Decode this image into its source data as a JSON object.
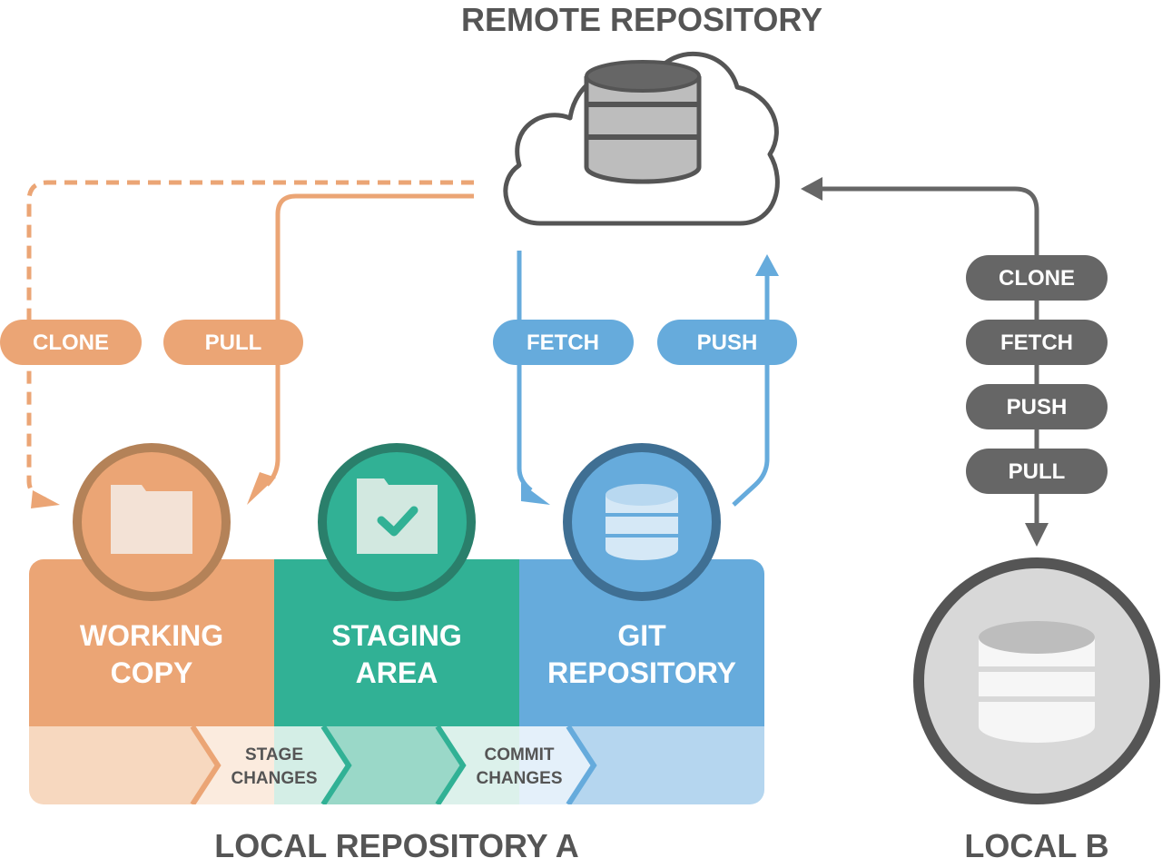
{
  "titles": {
    "remote": "REMOTE REPOSITORY",
    "local_a": "LOCAL REPOSITORY A",
    "local_b": "LOCAL B"
  },
  "left_pills": {
    "clone": "CLONE",
    "pull": "PULL",
    "fetch": "FETCH",
    "push": "PUSH"
  },
  "right_pills": [
    "CLONE",
    "FETCH",
    "PUSH",
    "PULL"
  ],
  "areas": {
    "working": [
      "WORKING",
      "COPY"
    ],
    "staging": [
      "STAGING",
      "AREA"
    ],
    "git": [
      "GIT",
      "REPOSITORY"
    ]
  },
  "steps": {
    "stage": [
      "STAGE",
      "CHANGES"
    ],
    "commit": [
      "COMMIT",
      "CHANGES"
    ]
  },
  "colors": {
    "orange": "#EBA575",
    "orange_light": "#F7D8BF",
    "teal": "#31B195",
    "teal_light": "#9AD8C8",
    "blue": "#66ABDC",
    "blue_light": "#B5D6EF",
    "gray": "#666666",
    "title": "#555555"
  },
  "icons": {
    "remote": "cloud-database-icon",
    "working": "folder-icon",
    "staging": "folder-check-icon",
    "git": "database-icon",
    "local_b": "database-icon"
  }
}
